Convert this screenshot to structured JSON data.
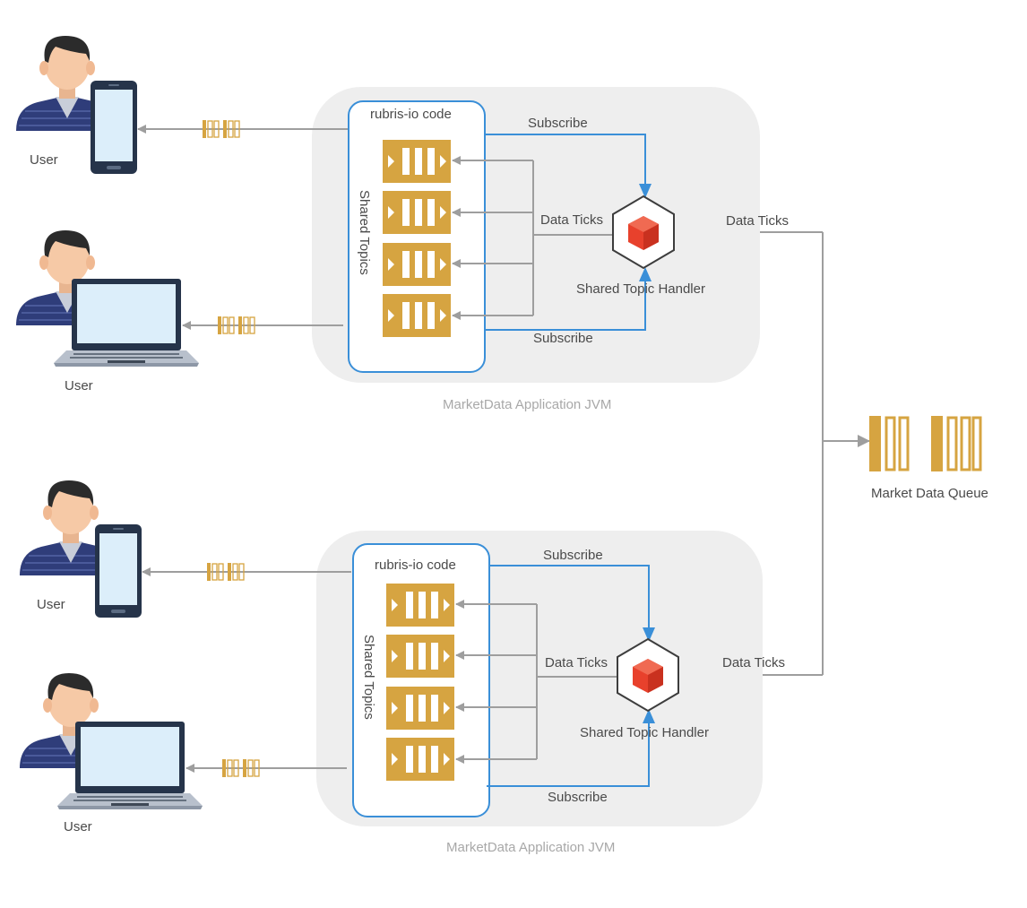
{
  "colors": {
    "jvm_background": "#eeeeee",
    "subscribe_line": "#3a8fd8",
    "data_line": "#9e9e9e",
    "topic_fill": "#d6a441",
    "handler_cube": "#e8412c",
    "shirt": "#2f3d7a",
    "skin": "#f6c9a6",
    "hair": "#2b2b2b"
  },
  "market_data_queue": {
    "label": "Market Data Queue",
    "icon": "queue-icon"
  },
  "clusters": [
    {
      "jvm_label": "MarketData Application JVM",
      "code_label": "rubris-io code",
      "topics_label": "Shared Topics",
      "handler_label": "Shared Topic Handler",
      "subscribe_top": "Subscribe",
      "subscribe_bottom": "Subscribe",
      "data_ticks_internal": "Data Ticks",
      "data_ticks_external": "Data Ticks",
      "users": [
        {
          "label": "User",
          "device": "phone"
        },
        {
          "label": "User",
          "device": "laptop"
        }
      ]
    },
    {
      "jvm_label": "MarketData Application JVM",
      "code_label": "rubris-io code",
      "topics_label": "Shared Topics",
      "handler_label": "Shared Topic Handler",
      "subscribe_top": "Subscribe",
      "subscribe_bottom": "Subscribe",
      "data_ticks_internal": "Data Ticks",
      "data_ticks_external": "Data Ticks",
      "users": [
        {
          "label": "User",
          "device": "phone"
        },
        {
          "label": "User",
          "device": "laptop"
        }
      ]
    }
  ]
}
